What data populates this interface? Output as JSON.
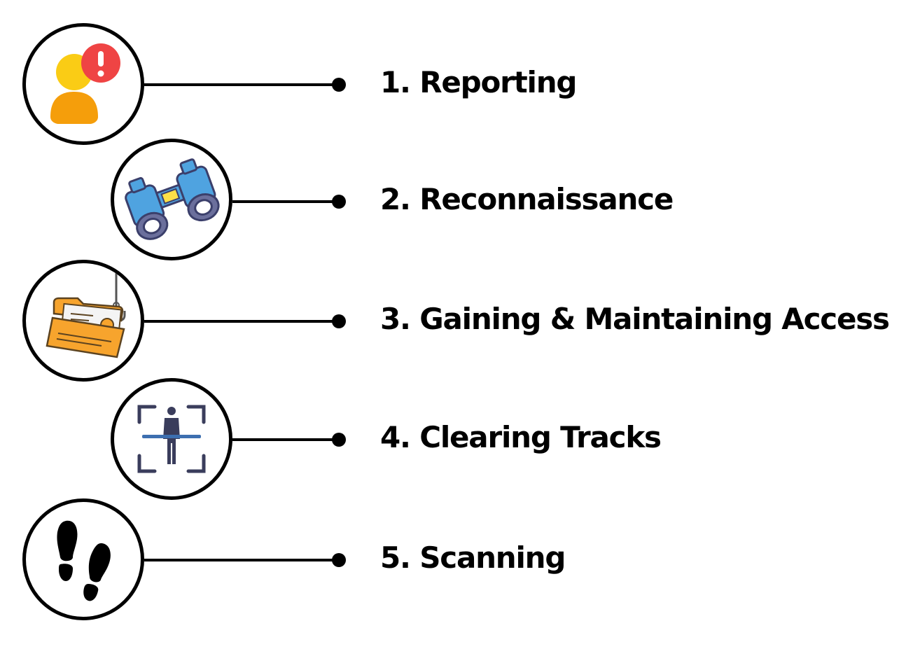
{
  "steps": [
    {
      "label": "1. Reporting",
      "icon": "user-alert-icon"
    },
    {
      "label": "2. Reconnaissance",
      "icon": "binoculars-icon"
    },
    {
      "label": "3. Gaining & Maintaining Access",
      "icon": "phishing-folder-icon"
    },
    {
      "label": "4. Clearing Tracks",
      "icon": "body-scan-icon"
    },
    {
      "label": "5. Scanning",
      "icon": "footprints-icon"
    }
  ],
  "colors": {
    "outline": "#000000",
    "alert_red": "#ef4444",
    "user_yellow": "#facc15",
    "user_orange": "#f59e0b",
    "binocular_blue": "#4fa3e0",
    "folder_orange": "#f7a42d",
    "scan_navy": "#3a3d5c",
    "scan_blue": "#3d6fb0"
  }
}
